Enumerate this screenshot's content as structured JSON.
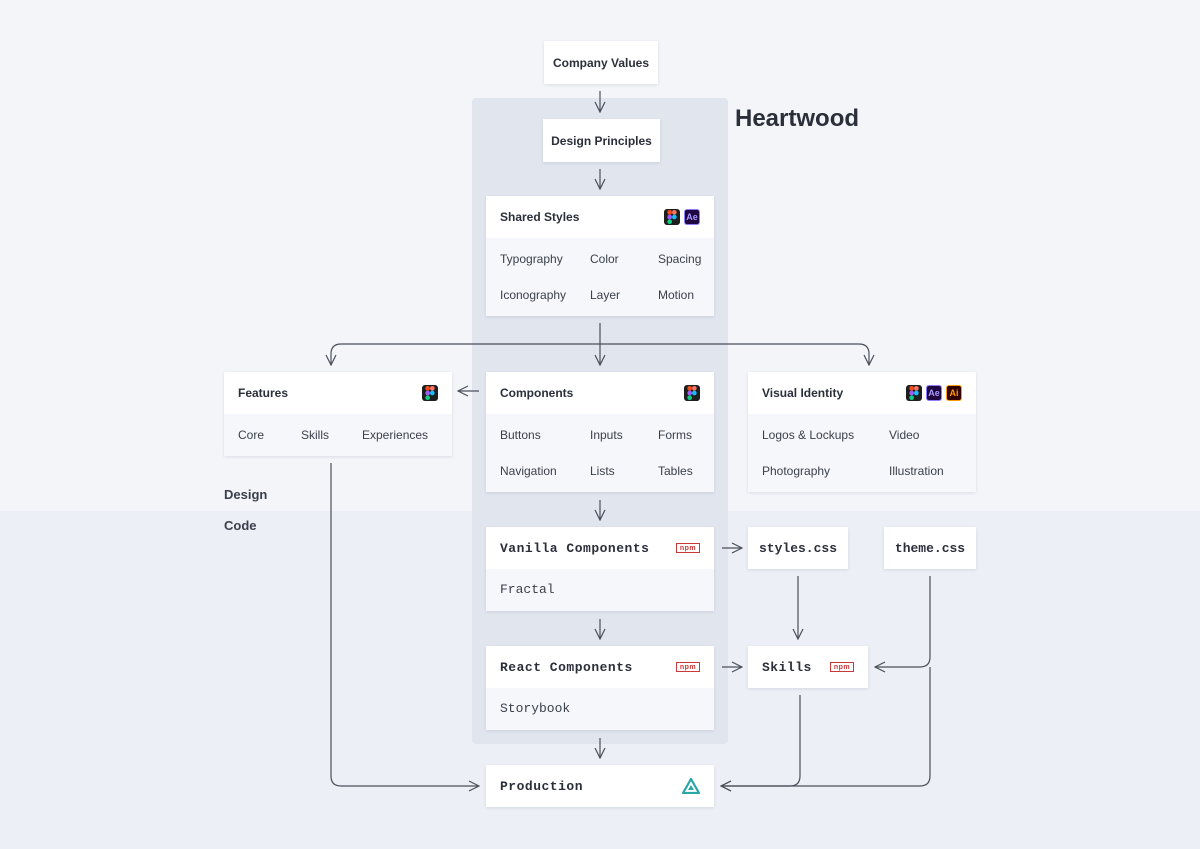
{
  "title": "Heartwood",
  "sections": {
    "design": "Design",
    "code": "Code"
  },
  "company_values": "Company Values",
  "design_principles": "Design Principles",
  "shared_styles": {
    "label": "Shared Styles",
    "icons": [
      "figma-icon",
      "after-effects-icon"
    ],
    "items": [
      "Typography",
      "Color",
      "Spacing",
      "Iconography",
      "Layer",
      "Motion"
    ]
  },
  "features": {
    "label": "Features",
    "icons": [
      "figma-icon"
    ],
    "items": [
      "Core",
      "Skills",
      "Experiences"
    ]
  },
  "components": {
    "label": "Components",
    "icons": [
      "figma-icon"
    ],
    "items": [
      "Buttons",
      "Inputs",
      "Forms",
      "Navigation",
      "Lists",
      "Tables"
    ]
  },
  "visual_identity": {
    "label": "Visual Identity",
    "icons": [
      "figma-icon",
      "after-effects-icon",
      "illustrator-icon"
    ],
    "items": [
      "Logos & Lockups",
      "Video",
      "Photography",
      "Illustration"
    ]
  },
  "vanilla_components": {
    "label": "Vanilla Components",
    "icon": "npm-icon",
    "items": [
      "Fractal"
    ]
  },
  "react_components": {
    "label": "React Components",
    "icon": "npm-icon",
    "items": [
      "Storybook"
    ]
  },
  "styles_css": "styles.css",
  "theme_css": "theme.css",
  "skills": {
    "label": "Skills",
    "icon": "npm-icon"
  },
  "production": {
    "label": "Production",
    "icon": "deploy-logo-icon"
  },
  "icon_text": {
    "ae": "Ae",
    "ai": "Ai",
    "npm": "npm"
  },
  "colors": {
    "arrow": "#4a4f5a",
    "band": "#e1e5ee",
    "npm": "#cb3837",
    "production_logo": "#2aa6a6"
  }
}
